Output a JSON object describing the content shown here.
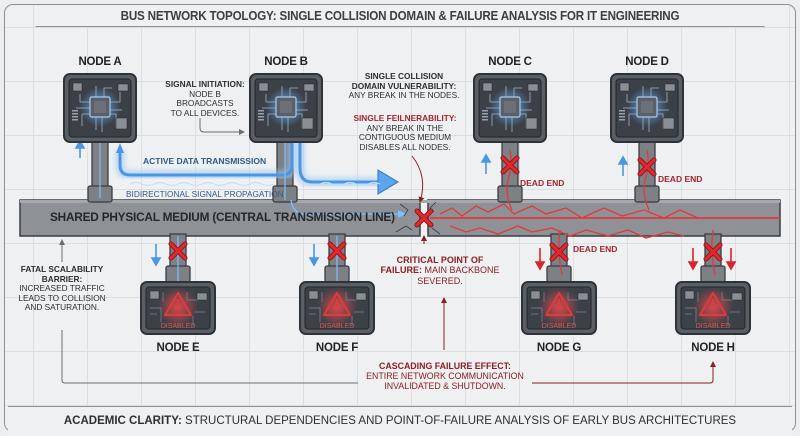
{
  "title": "BUS NETWORK TOPOLOGY: SINGLE COLLISION DOMAIN & FAILURE ANALYSIS FOR IT ENGINEERING",
  "footer": {
    "bold": "ACADEMIC CLARITY:",
    "text": " STRUCTURAL DEPENDENCIES AND POINT-OF-FAILURE ANALYSIS OF EARLY BUS ARCHITECTURES"
  },
  "bus": {
    "label": "SHARED PHYSICAL MEDIUM (CENTRAL TRANSMISSION LINE)"
  },
  "nodes": {
    "a": {
      "name": "NODE A",
      "status": "active"
    },
    "b": {
      "name": "NODE B",
      "status": "active"
    },
    "c": {
      "name": "NODE C",
      "status": "active"
    },
    "d": {
      "name": "NODE D",
      "status": "active"
    },
    "e": {
      "name": "NODE E",
      "status": "disabled"
    },
    "f": {
      "name": "NODE F",
      "status": "disabled"
    },
    "g": {
      "name": "NODE G",
      "status": "disabled"
    },
    "h": {
      "name": "NODE H",
      "status": "disabled"
    }
  },
  "disabled_label": "DISABLED",
  "dead_end_label": "DEAD END",
  "annotations": {
    "signal_initiation": {
      "bold": "SIGNAL INITIATION:",
      "line1": "NODE B BROADCASTS",
      "line2": "TO ALL DEVICES."
    },
    "collision_domain": {
      "bold1": "SINGLE COLLISION",
      "bold2": "DOMAIN VULNERABILITY:",
      "line": "ANY BREAK IN THE NODES."
    },
    "single_failure": {
      "bold": "SINGLE FEILNERABILITY:",
      "line1": "ANY BREAK IN THE",
      "line2": "CONTIGUOUS MEDIUM",
      "line3": "DISABLES ALL NODES."
    },
    "active_tx": "ACTIVE DATA TRANSMISSION",
    "bidirectional": "BIDIRECTIONAL SIGNAL PROPAGATION",
    "scalability": {
      "bold1": "FATAL SCALABILITY",
      "bold2": "BARRIER:",
      "line1": "INCREASED TRAFFIC",
      "line2": "LEADS TO COLLISION",
      "line3": "AND SATURATION."
    },
    "critical_point": {
      "bold1": "CRITICAL POINT OF",
      "bold2": "FAILURE:",
      "line1": " MAIN BACKBONE",
      "line2": "SEVERED."
    },
    "cascading": {
      "bold": "CASCADING FAILURE EFFECT:",
      "line1": "ENTIRE NETWORK COMMUNICATION",
      "line2": "INVALIDATED & SHUTDOWN."
    }
  },
  "colors": {
    "signal_blue": "#3f8fe0",
    "failure_red": "#d7262b",
    "bus_gray": "#8e9297",
    "panel_dark": "#4a4f56"
  }
}
